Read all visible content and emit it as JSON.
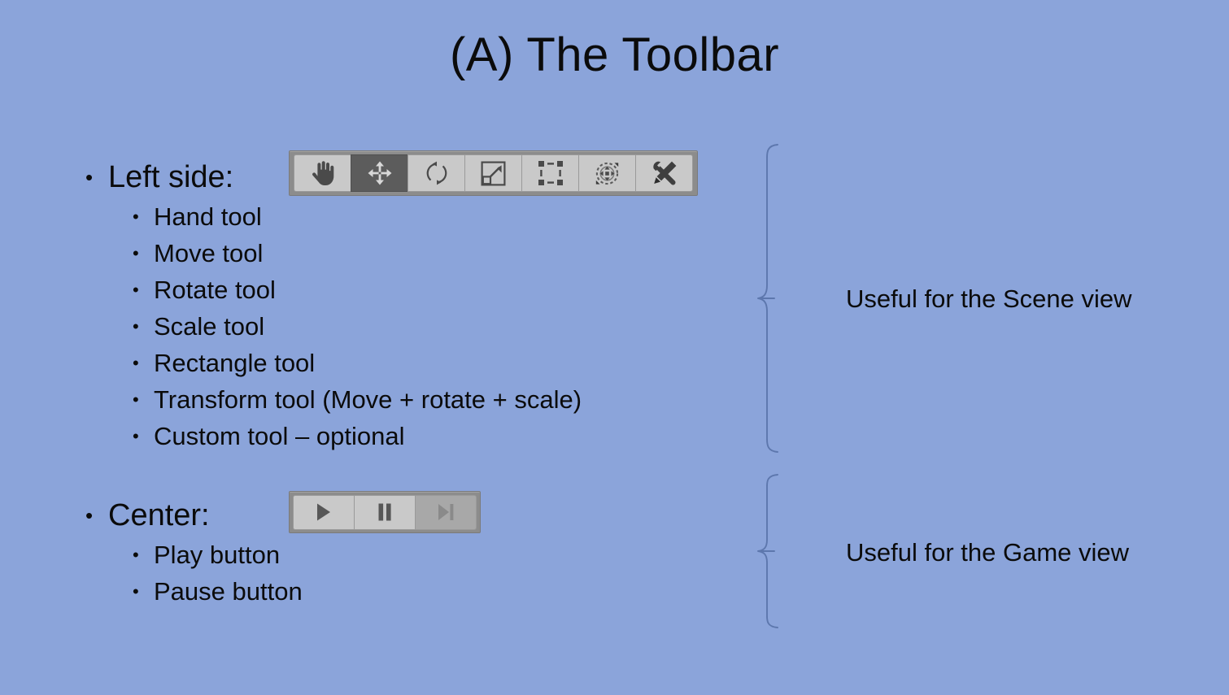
{
  "slide": {
    "title": "(A) The Toolbar",
    "background_color": "#8ba4da",
    "text_color": "#0b0b0b",
    "brace_color": "#5d77ad"
  },
  "left_section": {
    "heading": "Left side:",
    "items": [
      "Hand tool",
      "Move tool",
      "Rotate tool",
      "Scale tool",
      "Rectangle tool",
      "Transform tool (Move + rotate + scale)",
      "Custom tool – optional"
    ]
  },
  "center_section": {
    "heading": "Center:",
    "items": [
      "Play button",
      "Pause button"
    ]
  },
  "scene_toolbar": {
    "selected_index": 1,
    "buttons": [
      {
        "icon": "hand-tool-icon",
        "label": "Hand tool",
        "selected": false
      },
      {
        "icon": "move-tool-icon",
        "label": "Move tool",
        "selected": true
      },
      {
        "icon": "rotate-tool-icon",
        "label": "Rotate tool",
        "selected": false
      },
      {
        "icon": "scale-tool-icon",
        "label": "Scale tool",
        "selected": false
      },
      {
        "icon": "rect-tool-icon",
        "label": "Rectangle tool",
        "selected": false
      },
      {
        "icon": "transform-tool-icon",
        "label": "Transform tool",
        "selected": false
      },
      {
        "icon": "custom-tool-icon",
        "label": "Custom tool",
        "selected": false
      }
    ],
    "frame_color": "#8c8c8c",
    "button_color": "#c9c9c9",
    "selected_color": "#5c5c5c"
  },
  "play_toolbar": {
    "buttons": [
      {
        "icon": "play-icon",
        "label": "Play button",
        "disabled": false
      },
      {
        "icon": "pause-icon",
        "label": "Pause button",
        "disabled": false
      },
      {
        "icon": "step-icon",
        "label": "Step button",
        "disabled": true
      }
    ]
  },
  "annotations": {
    "scene": "Useful for the Scene view",
    "game": "Useful for the Game view"
  }
}
